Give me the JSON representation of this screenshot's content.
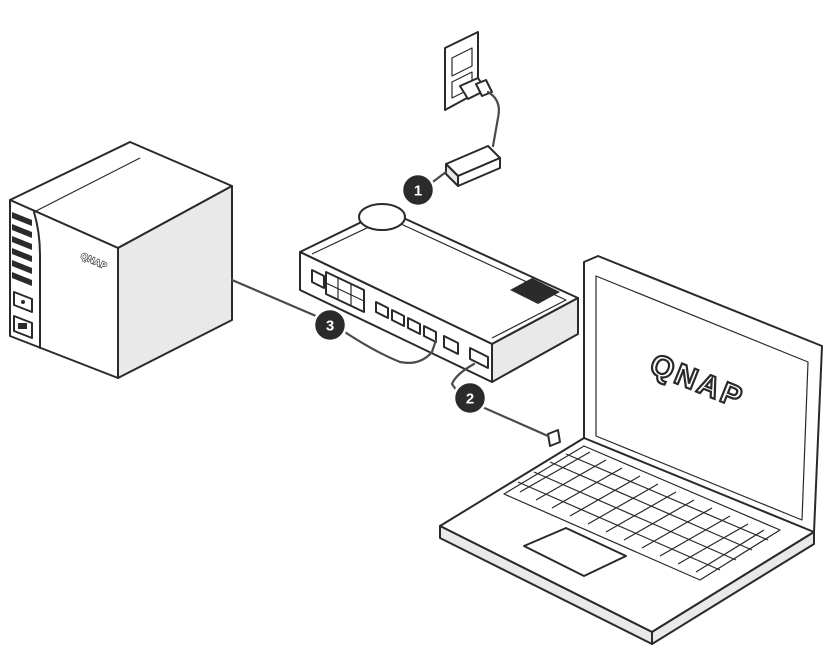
{
  "nas": {
    "brand": "QNAP"
  },
  "laptop": {
    "brand": "QNAP"
  },
  "badges": [
    {
      "id": "1",
      "label": "1"
    },
    {
      "id": "2",
      "label": "2"
    },
    {
      "id": "3",
      "label": "3"
    }
  ]
}
